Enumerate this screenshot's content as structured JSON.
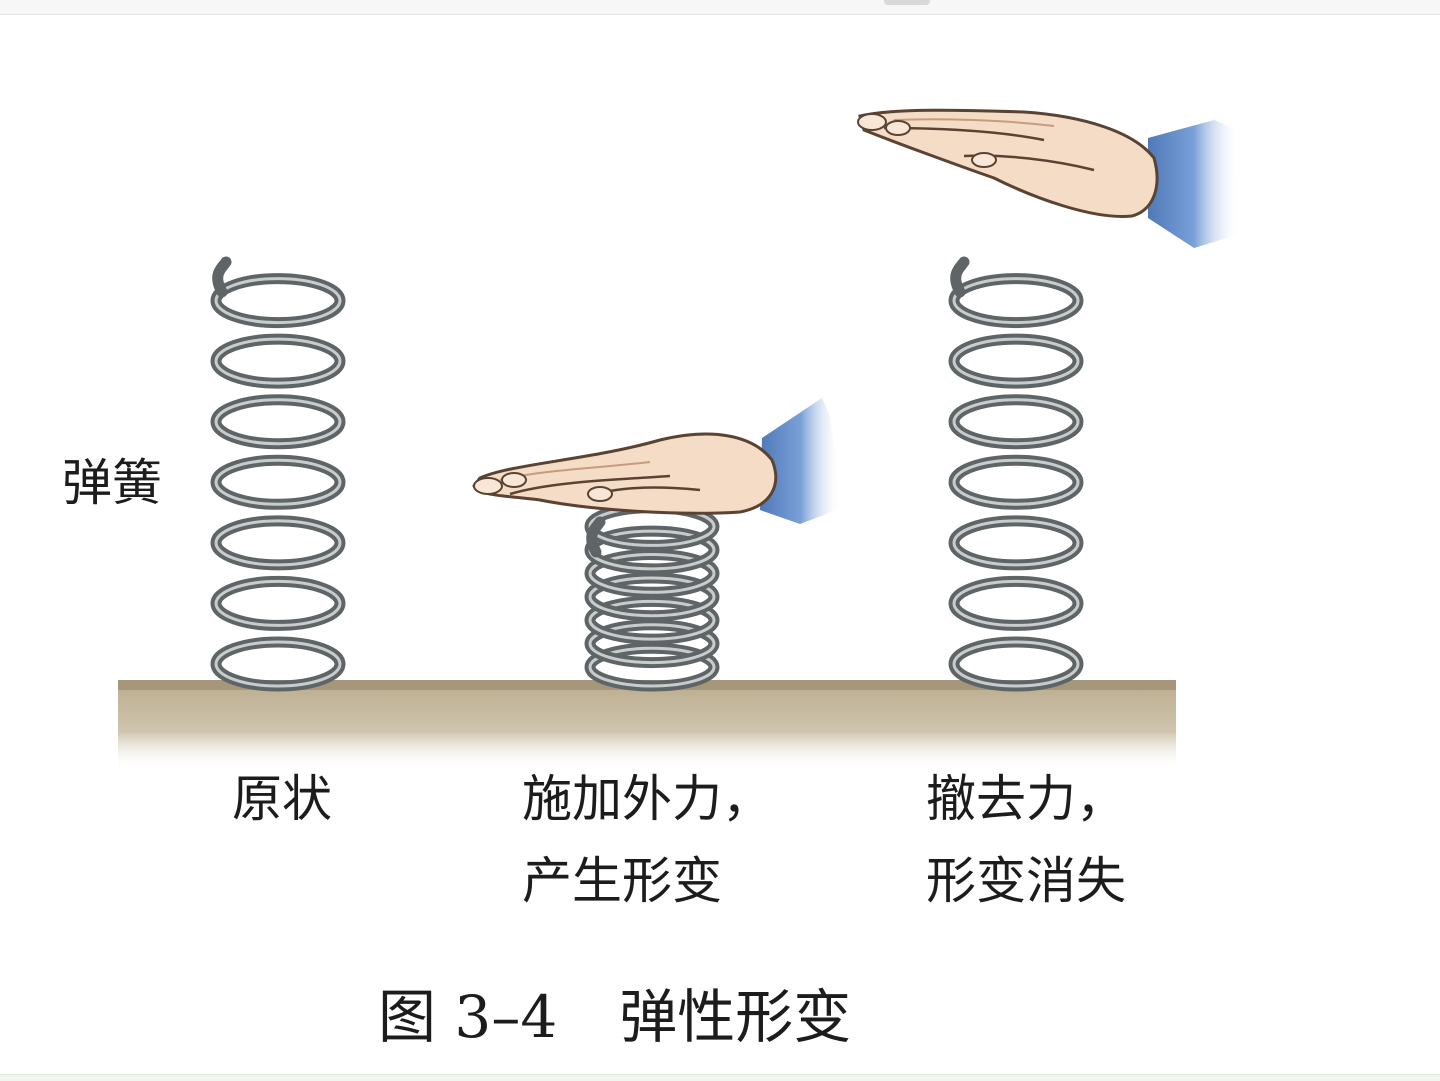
{
  "labels": {
    "spring": "弹簧",
    "state_original": "原状",
    "state_compressed_line1": "施加外力，",
    "state_compressed_line2": "产生形变",
    "state_released_line1": "撤去力，",
    "state_released_line2": "形变消失"
  },
  "caption": {
    "number": "图 3–4",
    "title": "弹性形变"
  },
  "springs": [
    {
      "state": "original",
      "coils": 7
    },
    {
      "state": "compressed",
      "coils": 7
    },
    {
      "state": "released",
      "coils": 7
    }
  ],
  "colors": {
    "spring": "#5f6466",
    "spring_highlight": "#c9cccd",
    "table_top": "#b8a98b",
    "table_front": "#a79779",
    "skin": "#f4dcc6",
    "skin_shadow": "#c79c7e",
    "sleeve": "#6c95d0"
  }
}
